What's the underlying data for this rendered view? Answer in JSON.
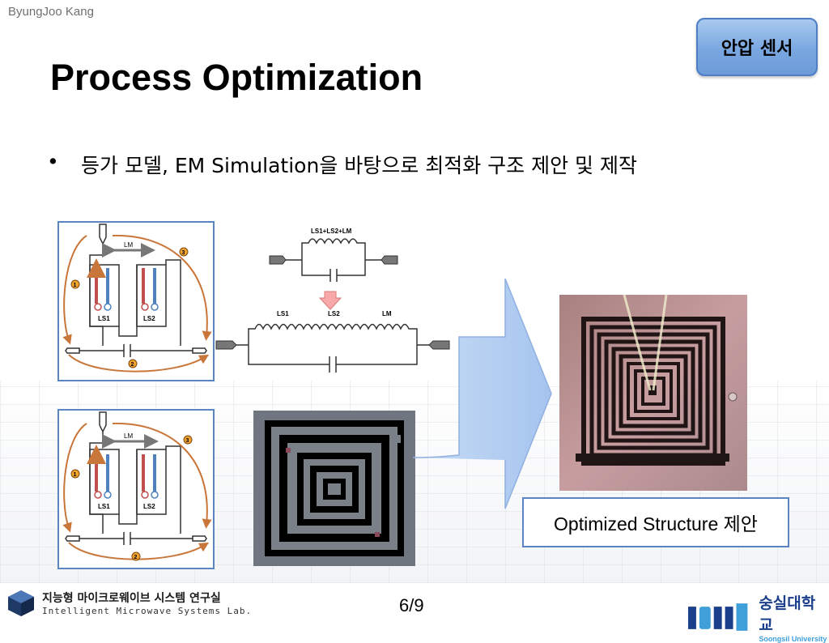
{
  "header": {
    "author": "ByungJoo Kang",
    "badge": "안압 센서"
  },
  "title": "Process Optimization",
  "bullet": {
    "marker": "•",
    "text": "등가 모델, EM Simulation을 바탕으로 최적화 구조 제안 및 제작"
  },
  "diagram": {
    "lm_label": "LM",
    "ls1_label": "LS1",
    "ls2_label": "LS2",
    "marker_1": "1",
    "marker_2": "2",
    "marker_3": "3"
  },
  "circuit": {
    "combined_label": "LS1+LS2+LM",
    "ls1_label": "LS1",
    "ls2_label": "LS2",
    "lm_label": "LM"
  },
  "caption": "Optimized Structure 제안",
  "footer": {
    "page": "6/9",
    "lab_name_ko": "지능형 마이크로웨이브 시스템 연구실",
    "lab_name_en": "Intelligent Microwave Systems Lab.",
    "university_ko": "숭실대학교",
    "university_en": "Soongsil University"
  },
  "colors": {
    "accent_blue": "#5b84c2",
    "arrow_red": "#c0504d",
    "arrow_blue": "#4f81bd",
    "loop_orange": "#c8763a"
  }
}
